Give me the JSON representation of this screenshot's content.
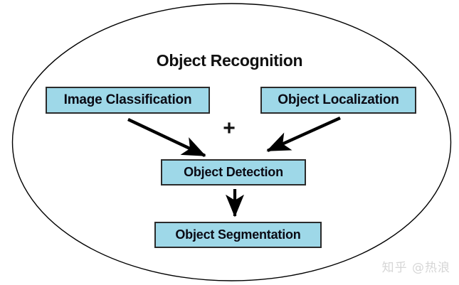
{
  "diagram": {
    "title": "Object Recognition",
    "operator": "+",
    "container_shape": "ellipse",
    "nodes": [
      {
        "id": "image-classification",
        "label": "Image Classification"
      },
      {
        "id": "object-localization",
        "label": "Object Localization"
      },
      {
        "id": "object-detection",
        "label": "Object Detection"
      },
      {
        "id": "object-segmentation",
        "label": "Object Segmentation"
      }
    ],
    "edges": [
      {
        "from": "image-classification",
        "to": "object-detection",
        "style": "arrow"
      },
      {
        "from": "object-localization",
        "to": "object-detection",
        "style": "arrow"
      },
      {
        "from": "object-detection",
        "to": "object-segmentation",
        "style": "arrow"
      }
    ],
    "colors": {
      "box_fill": "#9ed8e8",
      "box_border": "#2b2b2b",
      "text": "#0a0a14",
      "ellipse_stroke": "#000000",
      "arrow": "#000000",
      "background": "#ffffff",
      "watermark": "#d6d6d6"
    }
  },
  "watermark": {
    "text": "知乎 @热浪"
  }
}
